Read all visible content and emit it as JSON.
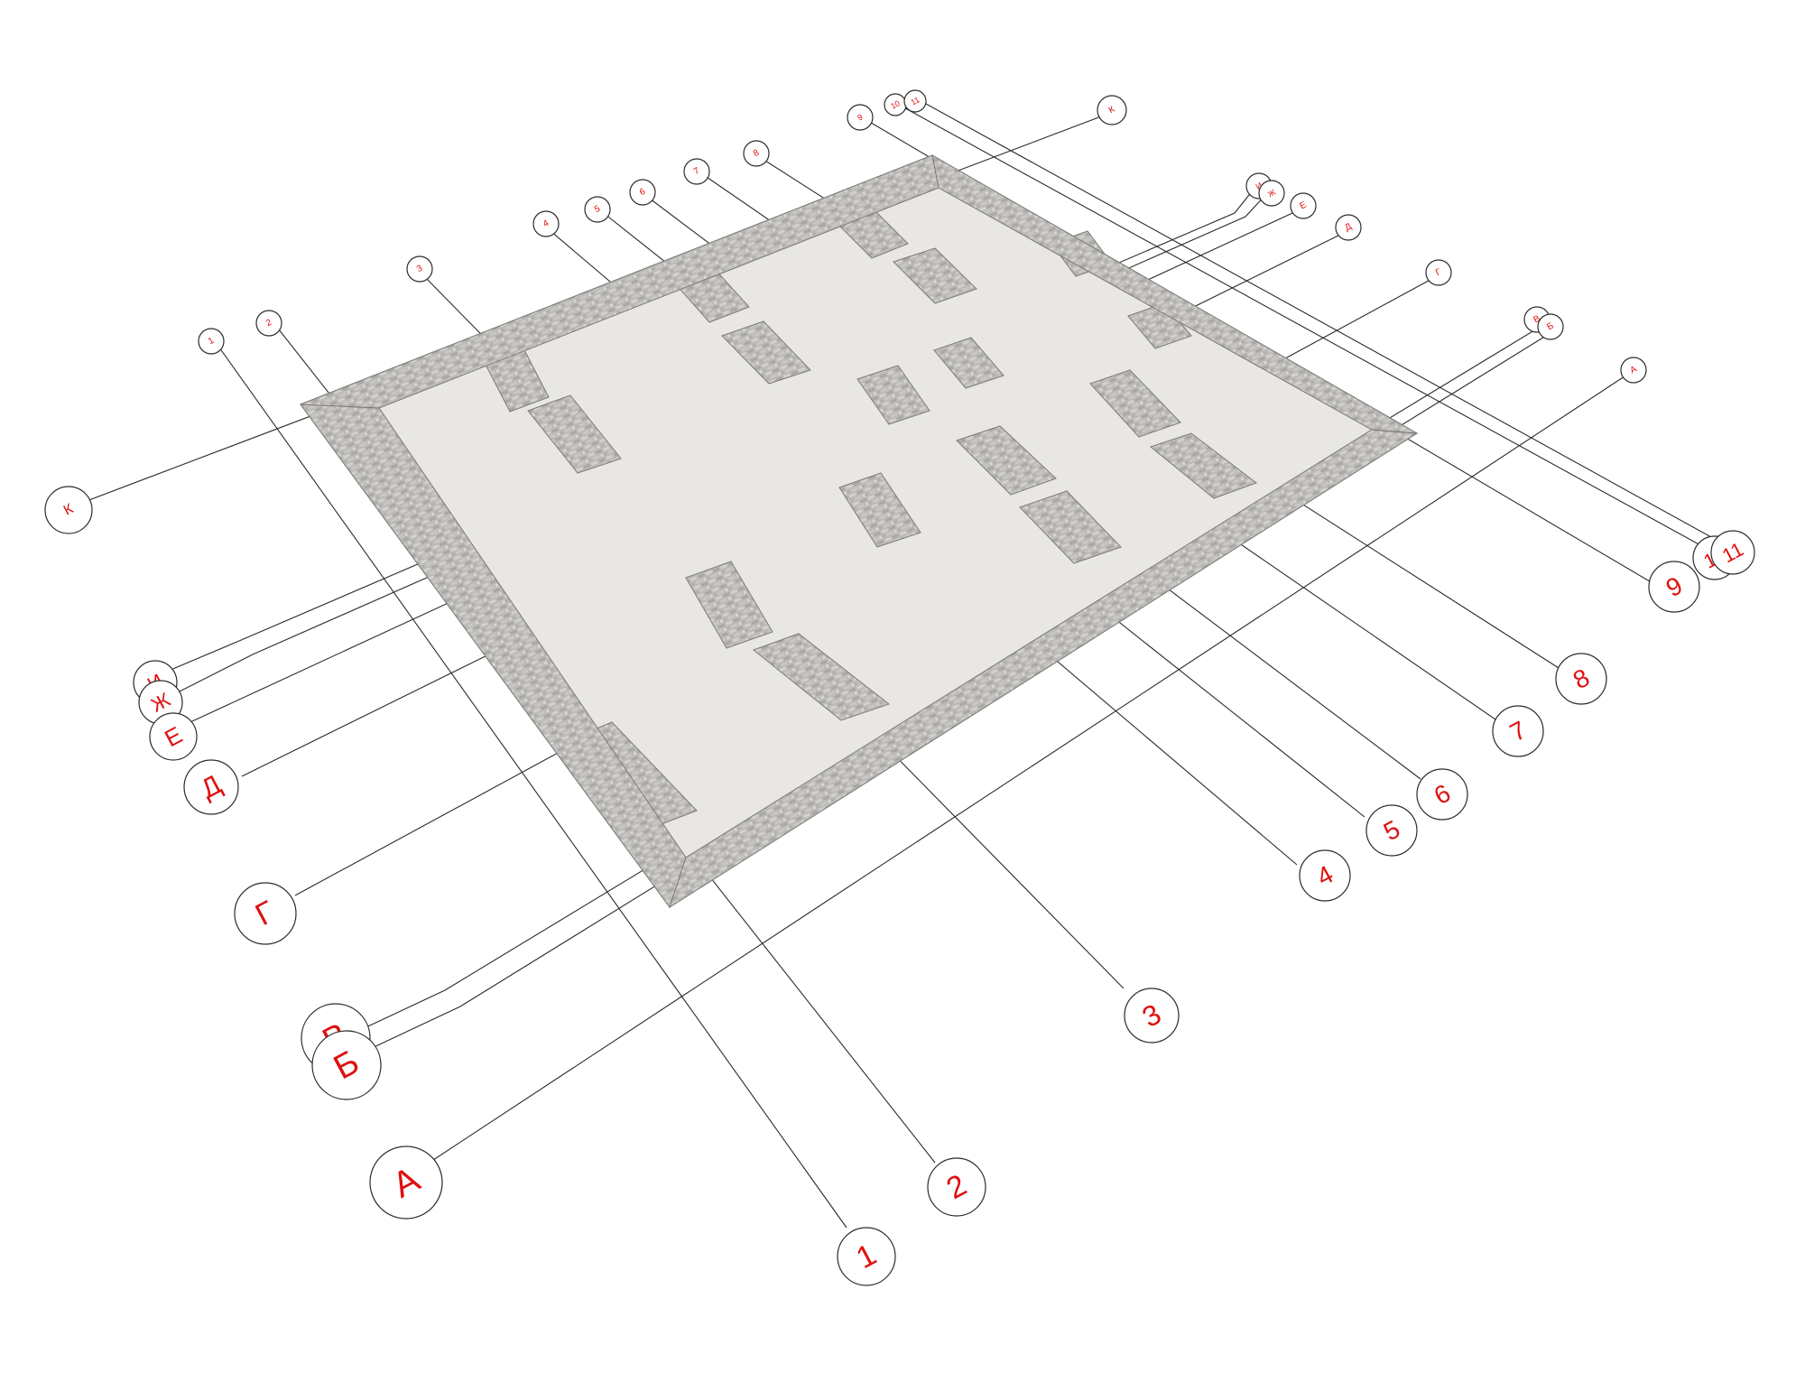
{
  "diagram": {
    "columns_near": [
      "1",
      "2",
      "3",
      "4",
      "5",
      "6",
      "7",
      "8",
      "9",
      "10",
      "11"
    ],
    "columns_far": [
      "1",
      "2",
      "3",
      "4",
      "5",
      "6",
      "7",
      "8",
      "9",
      "10",
      "11"
    ],
    "rows_left": [
      "К",
      "И",
      "Ж",
      "Е",
      "Д",
      "Г",
      "В",
      "Б",
      "А"
    ],
    "rows_right": [
      "К",
      "И",
      "Ж",
      "Е",
      "Д",
      "Г",
      "В",
      "Б",
      "А"
    ],
    "colors": {
      "label": "#e01010",
      "line": "#2b2b2b",
      "brick": "#bdbbb8"
    }
  }
}
